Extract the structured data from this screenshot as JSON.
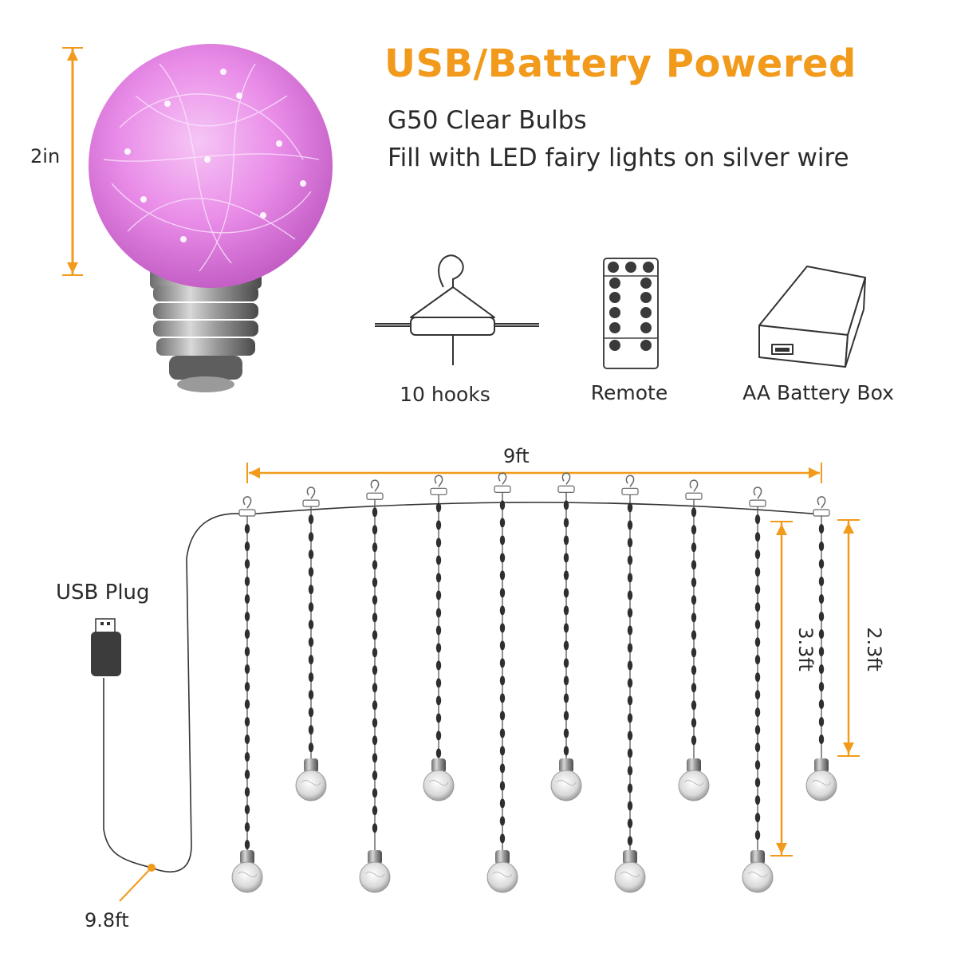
{
  "header": {
    "title": "USB/Battery Powered",
    "line1": "G50 Clear Bulbs",
    "line2": "Fill with LED fairy lights on silver wire"
  },
  "bulb": {
    "height_label": "2in",
    "glow_color": "#e98ce8"
  },
  "accessories": [
    {
      "label": "10 hooks",
      "icon": "hook-icon"
    },
    {
      "label": "Remote",
      "icon": "remote-icon"
    },
    {
      "label": "AA Battery Box",
      "icon": "battery-box-icon"
    }
  ],
  "curtain": {
    "width_label": "9ft",
    "long_drop_label": "3.3ft",
    "short_drop_label": "2.3ft",
    "lead_label": "9.8ft",
    "plug_label": "USB Plug",
    "strand_count": 10
  },
  "colors": {
    "accent": "#f29a1b",
    "wire": "#333333"
  }
}
